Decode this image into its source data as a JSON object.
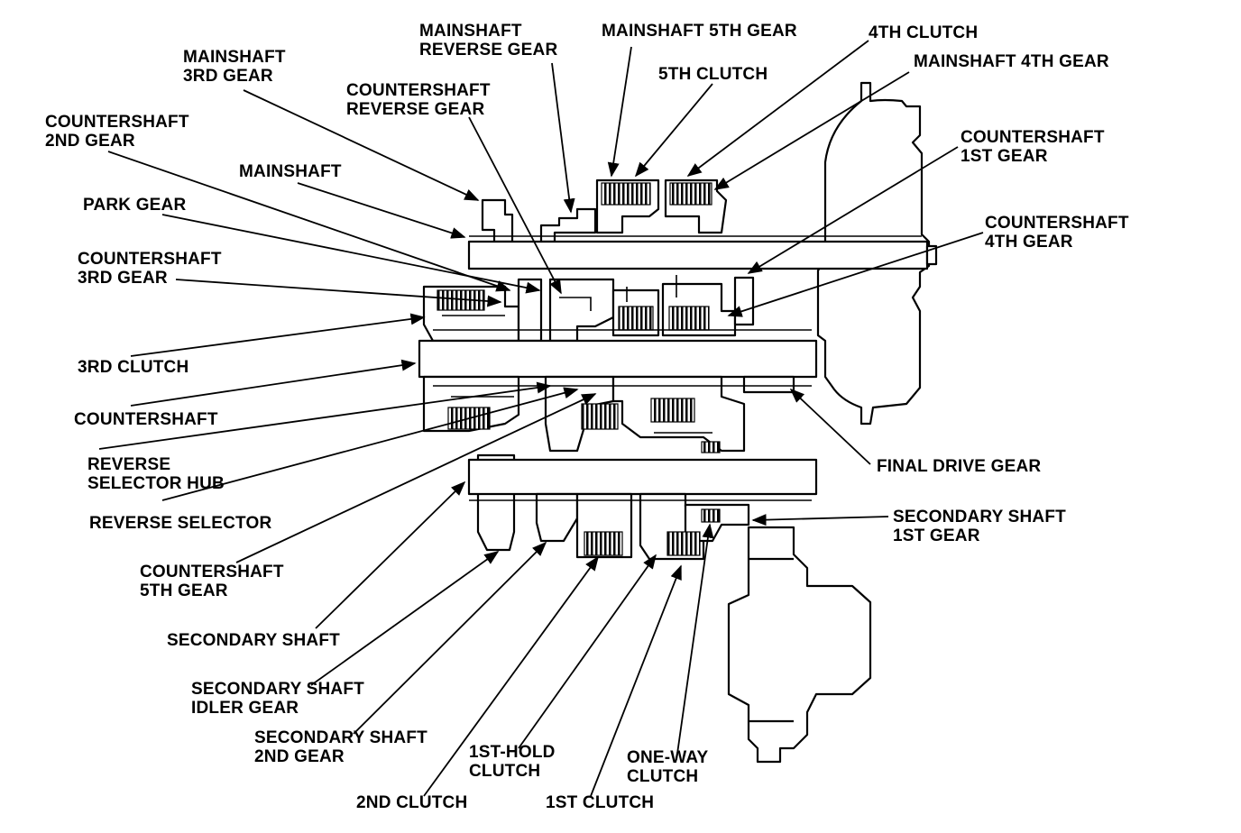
{
  "labels": {
    "mainshaft_reverse_gear": [
      "MAINSHAFT",
      "REVERSE GEAR"
    ],
    "mainshaft_5th_gear": [
      "MAINSHAFT 5TH GEAR"
    ],
    "fourth_clutch": [
      "4TH CLUTCH"
    ],
    "mainshaft_3rd_gear": [
      "MAINSHAFT",
      "3RD GEAR"
    ],
    "fifth_clutch": [
      "5TH CLUTCH"
    ],
    "mainshaft_4th_gear": [
      "MAINSHAFT 4TH GEAR"
    ],
    "countershaft_reverse_gear": [
      "COUNTERSHAFT",
      "REVERSE GEAR"
    ],
    "countershaft_2nd_gear": [
      "COUNTERSHAFT",
      "2ND GEAR"
    ],
    "countershaft_1st_gear": [
      "COUNTERSHAFT",
      "1ST GEAR"
    ],
    "mainshaft": [
      "MAINSHAFT"
    ],
    "park_gear": [
      "PARK GEAR"
    ],
    "countershaft_4th_gear": [
      "COUNTERSHAFT",
      "4TH GEAR"
    ],
    "countershaft_3rd_gear": [
      "COUNTERSHAFT",
      "3RD GEAR"
    ],
    "third_clutch": [
      "3RD CLUTCH"
    ],
    "countershaft": [
      "COUNTERSHAFT"
    ],
    "final_drive_gear": [
      "FINAL DRIVE GEAR"
    ],
    "reverse_selector_hub": [
      "REVERSE",
      "SELECTOR HUB"
    ],
    "reverse_selector": [
      "REVERSE SELECTOR"
    ],
    "secondary_shaft_1st_gear": [
      "SECONDARY SHAFT",
      "1ST GEAR"
    ],
    "countershaft_5th_gear": [
      "COUNTERSHAFT",
      "5TH GEAR"
    ],
    "secondary_shaft": [
      "SECONDARY SHAFT"
    ],
    "secondary_shaft_idler_gear": [
      "SECONDARY SHAFT",
      "IDLER GEAR"
    ],
    "secondary_shaft_2nd_gear": [
      "SECONDARY SHAFT",
      "2ND GEAR"
    ],
    "first_hold_clutch": [
      "1ST-HOLD",
      "CLUTCH"
    ],
    "one_way_clutch": [
      "ONE-WAY",
      "CLUTCH"
    ],
    "second_clutch": [
      "2ND CLUTCH"
    ],
    "first_clutch": [
      "1ST CLUTCH"
    ]
  }
}
